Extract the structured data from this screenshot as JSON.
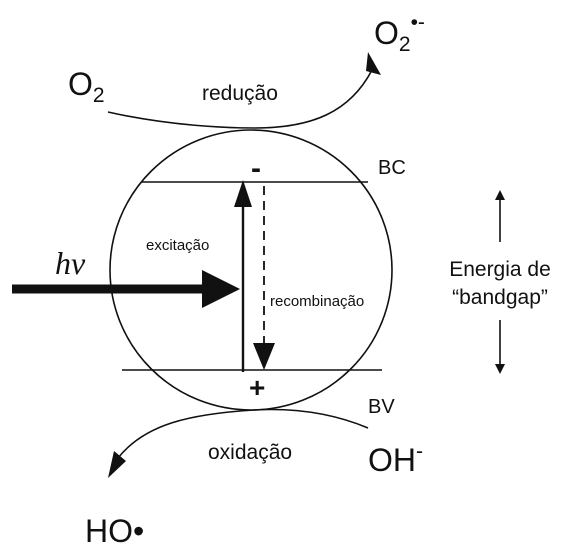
{
  "species": {
    "o2": "O",
    "o2_sub": "2",
    "superoxide": "O",
    "superoxide_sub": "2",
    "superoxide_sup": "•-",
    "hydroxide": "OH",
    "hydroxide_sup": "-",
    "hydroxyl_radical": "HO•"
  },
  "labels": {
    "reduction": "redução",
    "oxidation": "oxidação",
    "conduction_band": "BC",
    "valence_band": "BV",
    "excitation": "excitação",
    "recombination": "recombinação",
    "photon": "hv",
    "electron": "-",
    "hole": "+",
    "bandgap_line1": "Energia de",
    "bandgap_line2": "“bandgap”"
  },
  "colors": {
    "ink": "#111111",
    "background": "#ffffff"
  }
}
